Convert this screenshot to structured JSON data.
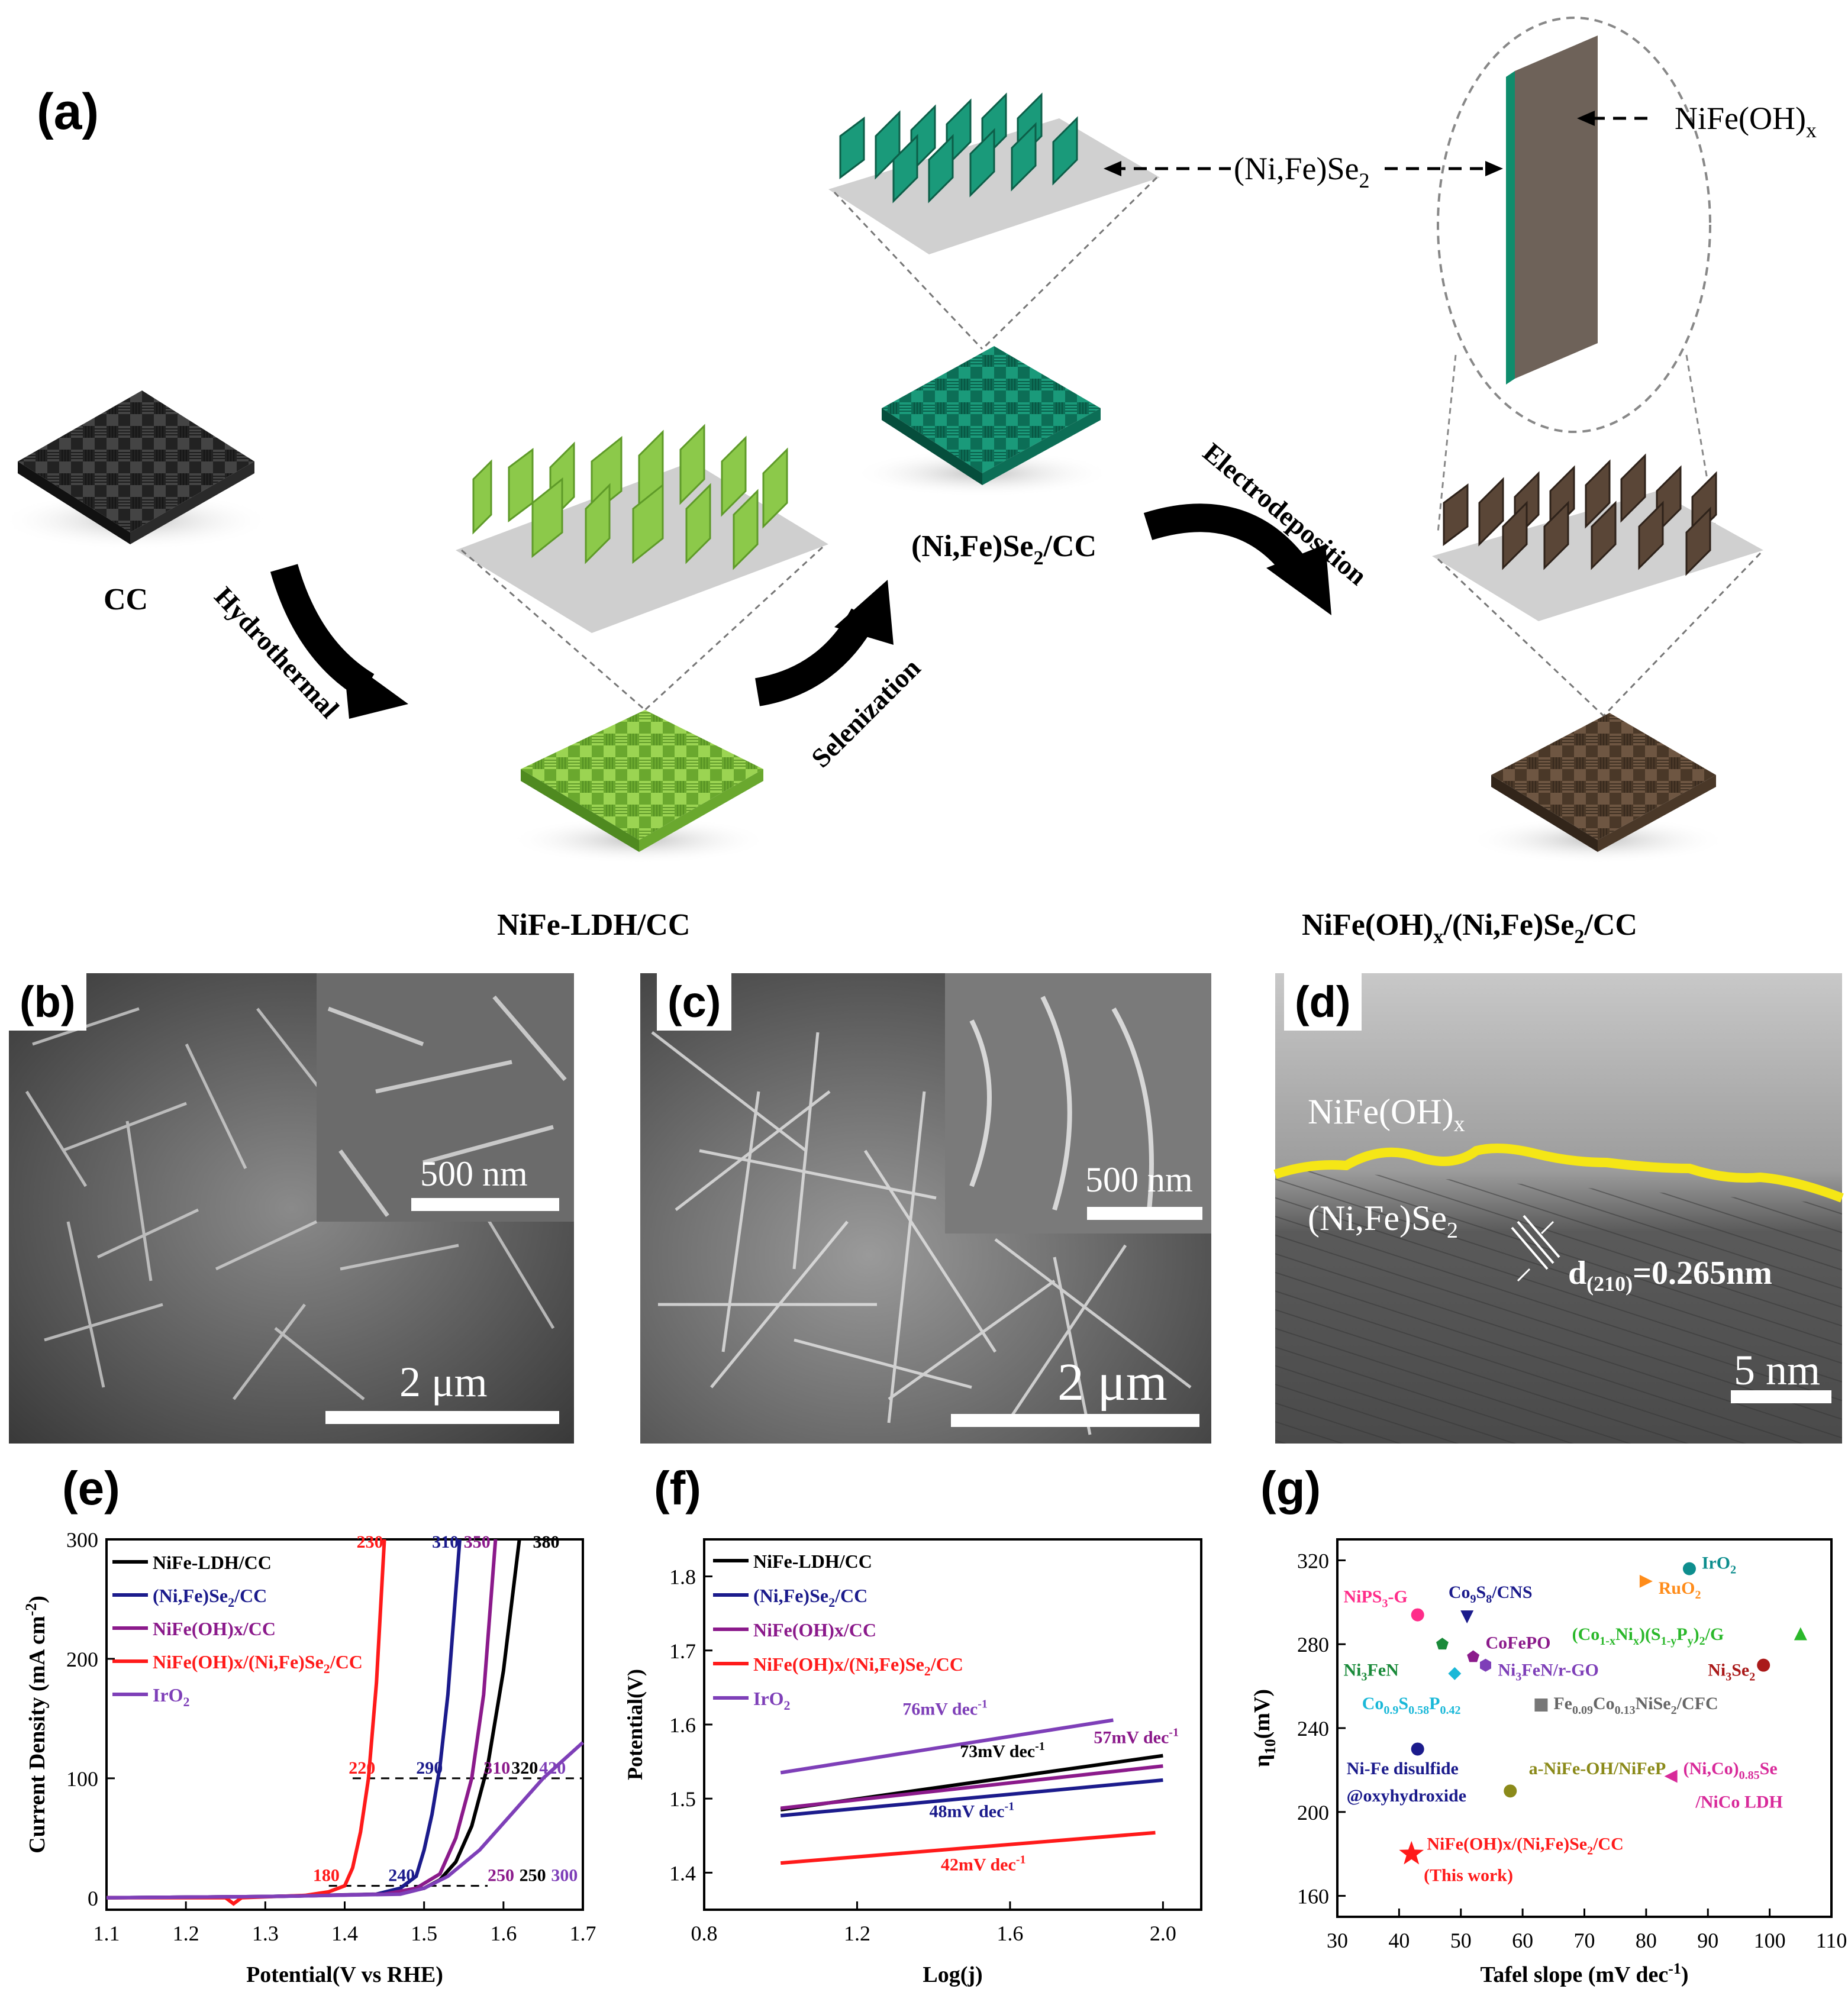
{
  "panel_a": {
    "label": "(a)",
    "cc": "CC",
    "step1": "Hydrothermal",
    "ldh": "NiFe-LDH/CC",
    "step2": "Selenization",
    "se2": "(Ni,Fe)Se",
    "se2_sub": "2",
    "se2_tail": "/CC",
    "se2_callout": "(Ni,Fe)Se",
    "se2_callout_sub": "2",
    "step3": "Electrodeposition",
    "oh_callout": "NiFe(OH)",
    "oh_callout_sub": "x",
    "final_a": "NiFe(OH)",
    "final_b": "x",
    "final_c": "/(Ni,Fe)Se",
    "final_d": "2",
    "final_e": "/CC",
    "colors": {
      "cc": "#333333",
      "ldh": "#86c43e",
      "se2": "#12866a",
      "final": "#5a4637",
      "sheet": "#6e6259"
    }
  },
  "panel_b": {
    "label": "(b)",
    "inset_scale": "500 nm",
    "main_scale": "2 μm"
  },
  "panel_c": {
    "label": "(c)",
    "inset_scale": "500 nm",
    "main_scale": "2 μm"
  },
  "panel_d": {
    "label": "(d)",
    "top_layer": "NiFe(OH)",
    "top_layer_sub": "x",
    "bottom_layer": "(Ni,Fe)Se",
    "bottom_layer_sub": "2",
    "lattice_a": "d",
    "lattice_sub": "(210)",
    "lattice_b": "=0.265nm",
    "scale": "5 nm",
    "interface_color": "#f5e616"
  },
  "chart_data": [
    {
      "id": "e",
      "label": "(e)",
      "type": "line",
      "xlabel": "Potential(V vs RHE)",
      "ylabel": "Current Density (mA cm",
      "ylabel_sup": "-2",
      "ylabel_tail": ")",
      "xlim": [
        1.1,
        1.7
      ],
      "ylim": [
        -10,
        300
      ],
      "xticks": [
        "1.1",
        "1.2",
        "1.3",
        "1.4",
        "1.5",
        "1.6",
        "1.7"
      ],
      "yticks": [
        "0",
        "100",
        "200",
        "300"
      ],
      "series": [
        {
          "name": "NiFe-LDH/CC",
          "color": "#000000",
          "x": [
            1.1,
            1.3,
            1.45,
            1.5,
            1.52,
            1.54,
            1.56,
            1.58,
            1.6,
            1.62
          ],
          "y": [
            0,
            1,
            3,
            8,
            15,
            30,
            60,
            110,
            190,
            300
          ]
        },
        {
          "name": "(Ni,Fe)Se2/CC",
          "color": "#1b1b8c",
          "x": [
            1.1,
            1.3,
            1.44,
            1.47,
            1.49,
            1.5,
            1.51,
            1.52,
            1.53,
            1.545
          ],
          "y": [
            0,
            1,
            3,
            8,
            18,
            40,
            70,
            110,
            170,
            300
          ]
        },
        {
          "name": "NiFe(OH)x/CC",
          "color": "#8b1a8b",
          "x": [
            1.1,
            1.3,
            1.45,
            1.49,
            1.52,
            1.54,
            1.56,
            1.575,
            1.59
          ],
          "y": [
            0,
            1,
            3,
            8,
            20,
            50,
            100,
            170,
            300
          ]
        },
        {
          "name": "NiFe(OH)x/(Ni,Fe)Se2/CC",
          "color": "#ff1a1a",
          "x": [
            1.1,
            1.25,
            1.26,
            1.27,
            1.35,
            1.38,
            1.4,
            1.41,
            1.42,
            1.43,
            1.44,
            1.45
          ],
          "y": [
            0,
            0,
            -5,
            0,
            2,
            5,
            10,
            25,
            55,
            100,
            180,
            300
          ]
        },
        {
          "name": "IrO2",
          "color": "#7e3fb8",
          "x": [
            1.1,
            1.3,
            1.47,
            1.5,
            1.53,
            1.57,
            1.61,
            1.65,
            1.7
          ],
          "y": [
            0,
            1,
            3,
            8,
            18,
            40,
            70,
            100,
            130
          ]
        }
      ],
      "legend_labels": [
        {
          "a": "NiFe-LDH/CC",
          "b": "",
          "c": ""
        },
        {
          "a": "(Ni,Fe)Se",
          "b": "2",
          "c": "/CC"
        },
        {
          "a": "NiFe(OH)x/CC",
          "b": "",
          "c": ""
        },
        {
          "a": "NiFe(OH)x/(Ni,Fe)Se",
          "b": "2",
          "c": "/CC"
        },
        {
          "a": "IrO",
          "b": "2",
          "c": ""
        }
      ],
      "annotations": [
        {
          "text": "230",
          "x": 1.415,
          "y": 293,
          "color": "#ff1a1a"
        },
        {
          "text": "310",
          "x": 1.51,
          "y": 293,
          "color": "#1b1b8c"
        },
        {
          "text": "350",
          "x": 1.55,
          "y": 293,
          "color": "#8b1a8b"
        },
        {
          "text": "380",
          "x": 1.637,
          "y": 293,
          "color": "#000000"
        },
        {
          "text": "220",
          "x": 1.405,
          "y": 104,
          "color": "#ff1a1a"
        },
        {
          "text": "290",
          "x": 1.49,
          "y": 104,
          "color": "#1b1b8c"
        },
        {
          "text": "310",
          "x": 1.575,
          "y": 104,
          "color": "#8b1a8b"
        },
        {
          "text": "320",
          "x": 1.61,
          "y": 104,
          "color": "#000000"
        },
        {
          "text": "420",
          "x": 1.645,
          "y": 104,
          "color": "#7e3fb8"
        },
        {
          "text": "180",
          "x": 1.36,
          "y": 14,
          "color": "#ff1a1a"
        },
        {
          "text": "240",
          "x": 1.455,
          "y": 14,
          "color": "#1b1b8c"
        },
        {
          "text": "250",
          "x": 1.58,
          "y": 14,
          "color": "#8b1a8b"
        },
        {
          "text": "250",
          "x": 1.62,
          "y": 14,
          "color": "#000000"
        },
        {
          "text": "300",
          "x": 1.66,
          "y": 14,
          "color": "#7e3fb8"
        }
      ],
      "reference_lines": [
        {
          "y": 100,
          "x0": 1.41,
          "x1": 1.7
        },
        {
          "y": 10,
          "x0": 1.38,
          "x1": 1.58
        }
      ]
    },
    {
      "id": "f",
      "label": "(f)",
      "type": "line",
      "xlabel": "Log(j)",
      "ylabel": "Potential(V)",
      "xlim": [
        0.8,
        2.1
      ],
      "ylim": [
        1.35,
        1.85
      ],
      "xticks": [
        "0.8",
        "1.2",
        "1.6",
        "2.0"
      ],
      "yticks": [
        "1.4",
        "1.5",
        "1.6",
        "1.7",
        "1.8"
      ],
      "series": [
        {
          "name": "NiFe-LDH/CC",
          "color": "#000000",
          "x": [
            1.0,
            2.0
          ],
          "y": [
            1.485,
            1.558
          ]
        },
        {
          "name": "(Ni,Fe)Se2/CC",
          "color": "#1b1b8c",
          "x": [
            1.0,
            2.0
          ],
          "y": [
            1.477,
            1.525
          ]
        },
        {
          "name": "NiFe(OH)x/CC",
          "color": "#8b1a8b",
          "x": [
            1.0,
            2.0
          ],
          "y": [
            1.487,
            1.544
          ]
        },
        {
          "name": "NiFe(OH)x/(Ni,Fe)Se2/CC",
          "color": "#ff1a1a",
          "x": [
            1.0,
            1.98
          ],
          "y": [
            1.413,
            1.454
          ]
        },
        {
          "name": "IrO2",
          "color": "#7e3fb8",
          "x": [
            1.0,
            1.87
          ],
          "y": [
            1.535,
            1.606
          ]
        }
      ],
      "legend_labels": [
        {
          "a": "NiFe-LDH/CC",
          "b": "",
          "c": ""
        },
        {
          "a": "(Ni,Fe)Se",
          "b": "2",
          "c": "/CC"
        },
        {
          "a": "NiFe(OH)x/CC",
          "b": "",
          "c": ""
        },
        {
          "a": "NiFe(OH)x/(Ni,Fe)Se",
          "b": "2",
          "c": "/CC"
        },
        {
          "a": "IrO",
          "b": "2",
          "c": ""
        }
      ],
      "annotations": [
        {
          "text": "76mV dec",
          "sup": "-1",
          "x": 1.43,
          "y": 1.613,
          "color": "#7e3fb8"
        },
        {
          "text": "57mV dec",
          "sup": "-1",
          "x": 1.93,
          "y": 1.575,
          "color": "#8b1a8b"
        },
        {
          "text": "73mV dec",
          "sup": "-1",
          "x": 1.58,
          "y": 1.556,
          "color": "#000000"
        },
        {
          "text": "48mV dec",
          "sup": "-1",
          "x": 1.5,
          "y": 1.475,
          "color": "#1b1b8c"
        },
        {
          "text": "42mV dec",
          "sup": "-1",
          "x": 1.53,
          "y": 1.403,
          "color": "#ff1a1a"
        }
      ]
    },
    {
      "id": "g",
      "label": "(g)",
      "type": "scatter",
      "xlabel": "Tafel slope (mV dec",
      "xlabel_sup": "-1",
      "xlabel_tail": ")",
      "ylabel": "η",
      "ylabel_sub": "10",
      "ylabel_tail": "(mV)",
      "xlim": [
        30,
        110
      ],
      "ylim": [
        150,
        330
      ],
      "xticks": [
        "30",
        "40",
        "50",
        "60",
        "70",
        "80",
        "90",
        "100",
        "110"
      ],
      "yticks": [
        "160",
        "200",
        "240",
        "280",
        "320"
      ],
      "points": [
        {
          "label": "NiPS3-G",
          "x": 43,
          "y": 294,
          "color": "#ff2d8a",
          "marker": "circle"
        },
        {
          "label": "Co9S8/CNS",
          "x": 51,
          "y": 293,
          "color": "#1b1b8c",
          "marker": "triangle-down"
        },
        {
          "label": "IrO2",
          "x": 87,
          "y": 316,
          "color": "#0e8e8e",
          "marker": "circle"
        },
        {
          "label": "RuO2",
          "x": 80,
          "y": 310,
          "color": "#ff8c1a",
          "marker": "triangle-right"
        },
        {
          "label": "Ni3FeN",
          "x": 47,
          "y": 280,
          "color": "#1a8a3a",
          "marker": "pentagon"
        },
        {
          "label": "CoFePO",
          "x": 52,
          "y": 274,
          "color": "#8b1a8b",
          "marker": "pentagon"
        },
        {
          "label": "(Co1-xNix)(S1-yPy)2/G",
          "x": 105,
          "y": 285,
          "color": "#2ab82a",
          "marker": "triangle-up"
        },
        {
          "label": "Ni3FeN/r-GO",
          "x": 54,
          "y": 270,
          "color": "#7e3fb8",
          "marker": "hexagon"
        },
        {
          "label": "Ni3Se2",
          "x": 99,
          "y": 270,
          "color": "#aa1a1a",
          "marker": "circle"
        },
        {
          "label": "Co0.9S0.58P0.42",
          "x": 49,
          "y": 266,
          "color": "#1ab8d8",
          "marker": "diamond"
        },
        {
          "label": "Fe0.09Co0.13NiSe2/CFC",
          "x": 63,
          "y": 251,
          "color": "#777777",
          "marker": "square"
        },
        {
          "label": "Ni-Fe disulfide @oxyhydroxide",
          "x": 43,
          "y": 230,
          "color": "#1b1b8c",
          "marker": "circle"
        },
        {
          "label": "a-NiFe-OH/NiFeP",
          "x": 58,
          "y": 210,
          "color": "#8b8a1a",
          "marker": "circle"
        },
        {
          "label": "(Ni,Co)0.85Se/NiCo LDH",
          "x": 84,
          "y": 217,
          "color": "#d82a9a",
          "marker": "triangle-left"
        },
        {
          "label": "NiFe(OH)x/(Ni,Fe)Se2/CC (This work)",
          "x": 42,
          "y": 180,
          "color": "#ff1a1a",
          "marker": "star"
        }
      ],
      "point_labels": [
        {
          "t": "NiPS",
          "s": "3",
          "u": "-G",
          "x": 31,
          "y": 300,
          "color": "#ff2d8a"
        },
        {
          "t": "Co",
          "s": "9",
          "u": "S",
          "s2": "8",
          "u2": "/CNS",
          "x": 48,
          "y": 302,
          "color": "#1b1b8c"
        },
        {
          "t": "IrO",
          "s": "2",
          "u": "",
          "x": 89,
          "y": 316,
          "color": "#0e8e8e"
        },
        {
          "t": "RuO",
          "s": "2",
          "u": "",
          "x": 82,
          "y": 304,
          "color": "#ff8c1a"
        },
        {
          "t": "CoFePO",
          "s": "",
          "u": "",
          "x": 54,
          "y": 278,
          "color": "#8b1a8b"
        },
        {
          "t": "(Co",
          "s": "1-x",
          "u": "Ni",
          "s2": "x",
          "u2": ")(S",
          "s3": "1-y",
          "u3": "P",
          "s4": "y",
          "u4": ")",
          "s5": "2",
          "u5": "/G",
          "x": 68,
          "y": 282,
          "color": "#2ab82a"
        },
        {
          "t": "Ni",
          "s": "3",
          "u": "FeN",
          "x": 31,
          "y": 265,
          "color": "#1a8a3a"
        },
        {
          "t": "Ni",
          "s": "3",
          "u": "FeN/r-GO",
          "x": 56,
          "y": 265,
          "color": "#7e3fb8"
        },
        {
          "t": "Ni",
          "s": "3",
          "u": "Se",
          "s2": "2",
          "u2": "",
          "x": 90,
          "y": 265,
          "color": "#aa1a1a"
        },
        {
          "t": "Co",
          "s": "0.9",
          "u": "S",
          "s2": "0.58",
          "u2": "P",
          "s3": "0.42",
          "u3": "",
          "x": 34,
          "y": 249,
          "color": "#1ab8d8"
        },
        {
          "t": "Fe",
          "s": "0.09",
          "u": "Co",
          "s2": "0.13",
          "u2": "NiSe",
          "s3": "2",
          "u3": "/CFC",
          "x": 65,
          "y": 249,
          "color": "#666666"
        },
        {
          "t": "Ni-Fe disulfide",
          "s": "",
          "u": "",
          "x": 31.5,
          "y": 218,
          "color": "#1b1b8c"
        },
        {
          "t": "@oxyhydroxide",
          "s": "",
          "u": "",
          "x": 31.5,
          "y": 205,
          "color": "#1b1b8c"
        },
        {
          "t": "a-NiFe-OH/NiFeP",
          "s": "",
          "u": "",
          "x": 61,
          "y": 218,
          "color": "#8b8a1a"
        },
        {
          "t": "(Ni,Co)",
          "s": "0.85",
          "u": "Se",
          "x": 86,
          "y": 218,
          "color": "#d82a9a"
        },
        {
          "t": "/NiCo LDH",
          "s": "",
          "u": "",
          "x": 88,
          "y": 202,
          "color": "#d82a9a"
        },
        {
          "t": "NiFe(OH)x/(Ni,Fe)Se",
          "s": "2",
          "u": "/CC",
          "x": 44.5,
          "y": 182,
          "color": "#ff1a1a"
        },
        {
          "t": "(This work)",
          "s": "",
          "u": "",
          "x": 44,
          "y": 167,
          "color": "#ff1a1a"
        }
      ]
    }
  ]
}
